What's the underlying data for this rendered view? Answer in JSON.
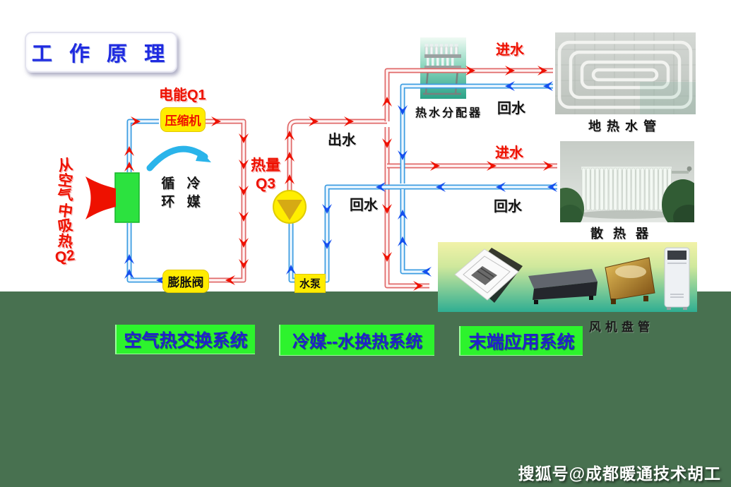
{
  "title": "工 作 原 理",
  "watermark": "搜狐号@成都暖通技术胡工",
  "colors": {
    "background_bottom": "#487150",
    "canvas": "#ffffff",
    "system_label_bg": "#2df32d",
    "system_label_text": "#2121cc",
    "hot_red": "#ee1100",
    "cold_blue": "#1550ee",
    "component_yellow": "#ffec00",
    "evaporator_green": "#2ce23f"
  },
  "cycle": {
    "electric_energy": "电能Q1",
    "compressor": "压缩机",
    "refrigerant_row1": "循 冷",
    "refrigerant_row2": "环 媒",
    "heat_row1": "热量",
    "heat_row2": "Q3",
    "expansion_valve": "膨胀阀",
    "water_pump": "水泵",
    "air_heat_chars": [
      "从",
      "空",
      "气",
      "中",
      "吸",
      "热",
      "Q2"
    ],
    "water_out": "出水",
    "water_back": "回水"
  },
  "branches": {
    "floor": {
      "inlet": "进水",
      "back": "回水",
      "device": "热水分配器",
      "name": "地热水管"
    },
    "radiator": {
      "inlet": "进水",
      "back": "回水",
      "name": "散热器"
    },
    "fancoil": {
      "name": "风机盘管"
    }
  },
  "systems": [
    {
      "label": "空气热交换系统"
    },
    {
      "label": "冷媒--水换热系统"
    },
    {
      "label": "末端应用系统"
    }
  ]
}
